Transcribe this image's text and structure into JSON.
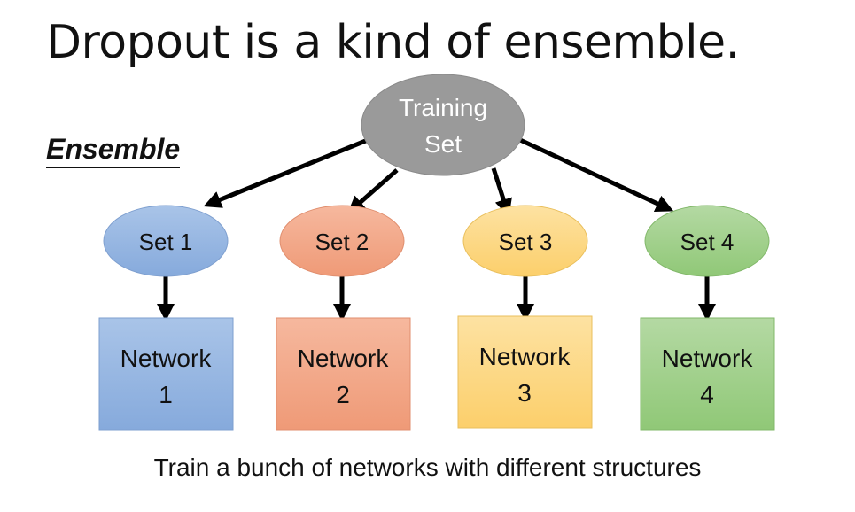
{
  "title": "Dropout is a kind of ensemble.",
  "subtitle": "Ensemble",
  "root": {
    "line1": "Training",
    "line2": "Set",
    "color": "#9a9a9a"
  },
  "sets": [
    {
      "label": "Set 1",
      "color": "#8fb2de",
      "net_line1": "Network",
      "net_line2": "1",
      "net_color": "#90b3e0"
    },
    {
      "label": "Set 2",
      "color": "#f1a383",
      "net_line1": "Network",
      "net_line2": "2",
      "net_color": "#f3a788"
    },
    {
      "label": "Set 3",
      "color": "#fdd779",
      "net_line1": "Network",
      "net_line2": "3",
      "net_color": "#fdd884"
    },
    {
      "label": "Set 4",
      "color": "#9ccf84",
      "net_line1": "Network",
      "net_line2": "4",
      "net_color": "#a0d08a"
    }
  ],
  "caption": "Train a bunch of networks with different structures"
}
